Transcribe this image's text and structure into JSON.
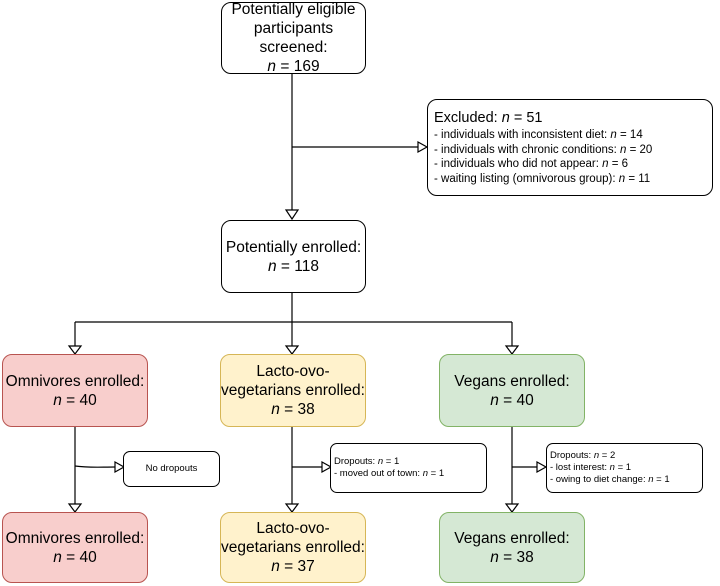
{
  "screened": {
    "line1": "Potentially eligible",
    "line2": "participants screened:",
    "n_label": "n",
    "n_value": " = 169"
  },
  "excluded": {
    "title": "Excluded: ",
    "n_label": "n",
    "n_value": " = 51",
    "items": [
      {
        "text": "- individuals with inconsistent diet: ",
        "n_label": "n",
        "n_value": " = 14"
      },
      {
        "text": "- individuals with chronic conditions: ",
        "n_label": "n",
        "n_value": " = 20"
      },
      {
        "text": "- individuals who did not appear: ",
        "n_label": "n",
        "n_value": " = 6"
      },
      {
        "text": "- waiting listing (omnivorous group): ",
        "n_label": "n",
        "n_value": " = 11"
      }
    ]
  },
  "enrolled": {
    "line1": "Potentially enrolled:",
    "n_label": "n",
    "n_value": " = 118"
  },
  "groups": {
    "omnivores_start": {
      "line1": "Omnivores enrolled:",
      "n_label": "n",
      "n_value": " = 40"
    },
    "lacto_start": {
      "line1": "Lacto-ovo-",
      "line2": "vegetarians enrolled:",
      "n_label": "n",
      "n_value": " = 38"
    },
    "vegans_start": {
      "line1": "Vegans enrolled:",
      "n_label": "n",
      "n_value": " = 40"
    },
    "omnivores_end": {
      "line1": "Omnivores enrolled:",
      "n_label": "n",
      "n_value": " = 40"
    },
    "lacto_end": {
      "line1": "Lacto-ovo-",
      "line2": "vegetarians enrolled:",
      "n_label": "n",
      "n_value": " = 37"
    },
    "vegans_end": {
      "line1": "Vegans enrolled:",
      "n_label": "n",
      "n_value": " = 38"
    }
  },
  "dropouts": {
    "omnivores": {
      "text": "No dropouts"
    },
    "lacto": {
      "title": "Dropouts: ",
      "n_label": "n",
      "n_value": " = 1",
      "items": [
        {
          "text": "- moved out of town: ",
          "n_label": "n",
          "n_value": " = 1"
        }
      ]
    },
    "vegans": {
      "title": "Dropouts: ",
      "n_label": "n",
      "n_value": " = 2",
      "items": [
        {
          "text": "- lost interest: ",
          "n_label": "n",
          "n_value": " = 1"
        },
        {
          "text": "- owing to diet change: ",
          "n_label": "n",
          "n_value": " = 1"
        }
      ]
    }
  },
  "colors": {
    "omnivores_fill": "#f8cecc",
    "omnivores_stroke": "#b85450",
    "lacto_fill": "#fff2cc",
    "lacto_stroke": "#d6b656",
    "vegans_fill": "#d5e8d4",
    "vegans_stroke": "#82b366"
  }
}
